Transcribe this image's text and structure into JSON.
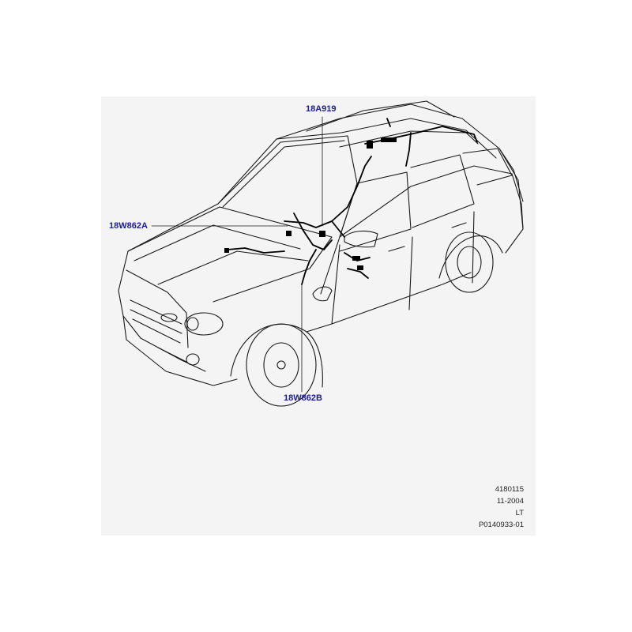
{
  "callouts": {
    "top": "18A919",
    "left": "18W862A",
    "bottom": "18W862B"
  },
  "meta": {
    "drawing_no": "4180115",
    "date": "11-2004",
    "code": "LT",
    "part_ref": "P0140933-01"
  },
  "colors": {
    "callout_text": "#1d1d8f",
    "panel_bg": "#f4f4f4",
    "line": "#1a1a1a",
    "harness": "#000000"
  }
}
